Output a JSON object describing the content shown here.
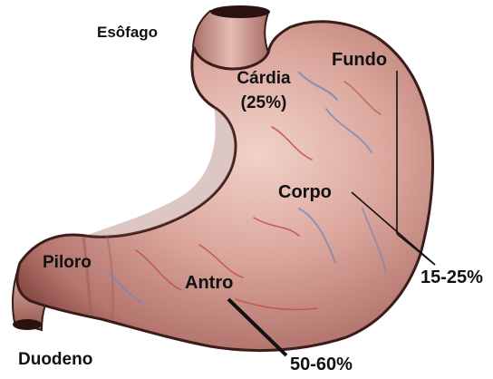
{
  "diagram": {
    "labels": {
      "esofago": "Esôfago",
      "cardia": "Cárdia",
      "cardia_pct": "(25%)",
      "fundo": "Fundo",
      "corpo": "Corpo",
      "piloro": "Piloro",
      "antro": "Antro",
      "duodeno": "Duodeno",
      "pct_fundo_corpo": "15-25%",
      "pct_antro": "50-60%"
    },
    "colors": {
      "stomach_fill": "#d9a49a",
      "stomach_highlight": "#f1d2c9",
      "stomach_shadow": "#9e5f58",
      "outline": "#3a1c1a",
      "vein_blue": "#6f86b8",
      "vein_red": "#c0453f",
      "leader_line": "#111111"
    },
    "icons": {
      "organ": "stomach-illustration"
    }
  }
}
